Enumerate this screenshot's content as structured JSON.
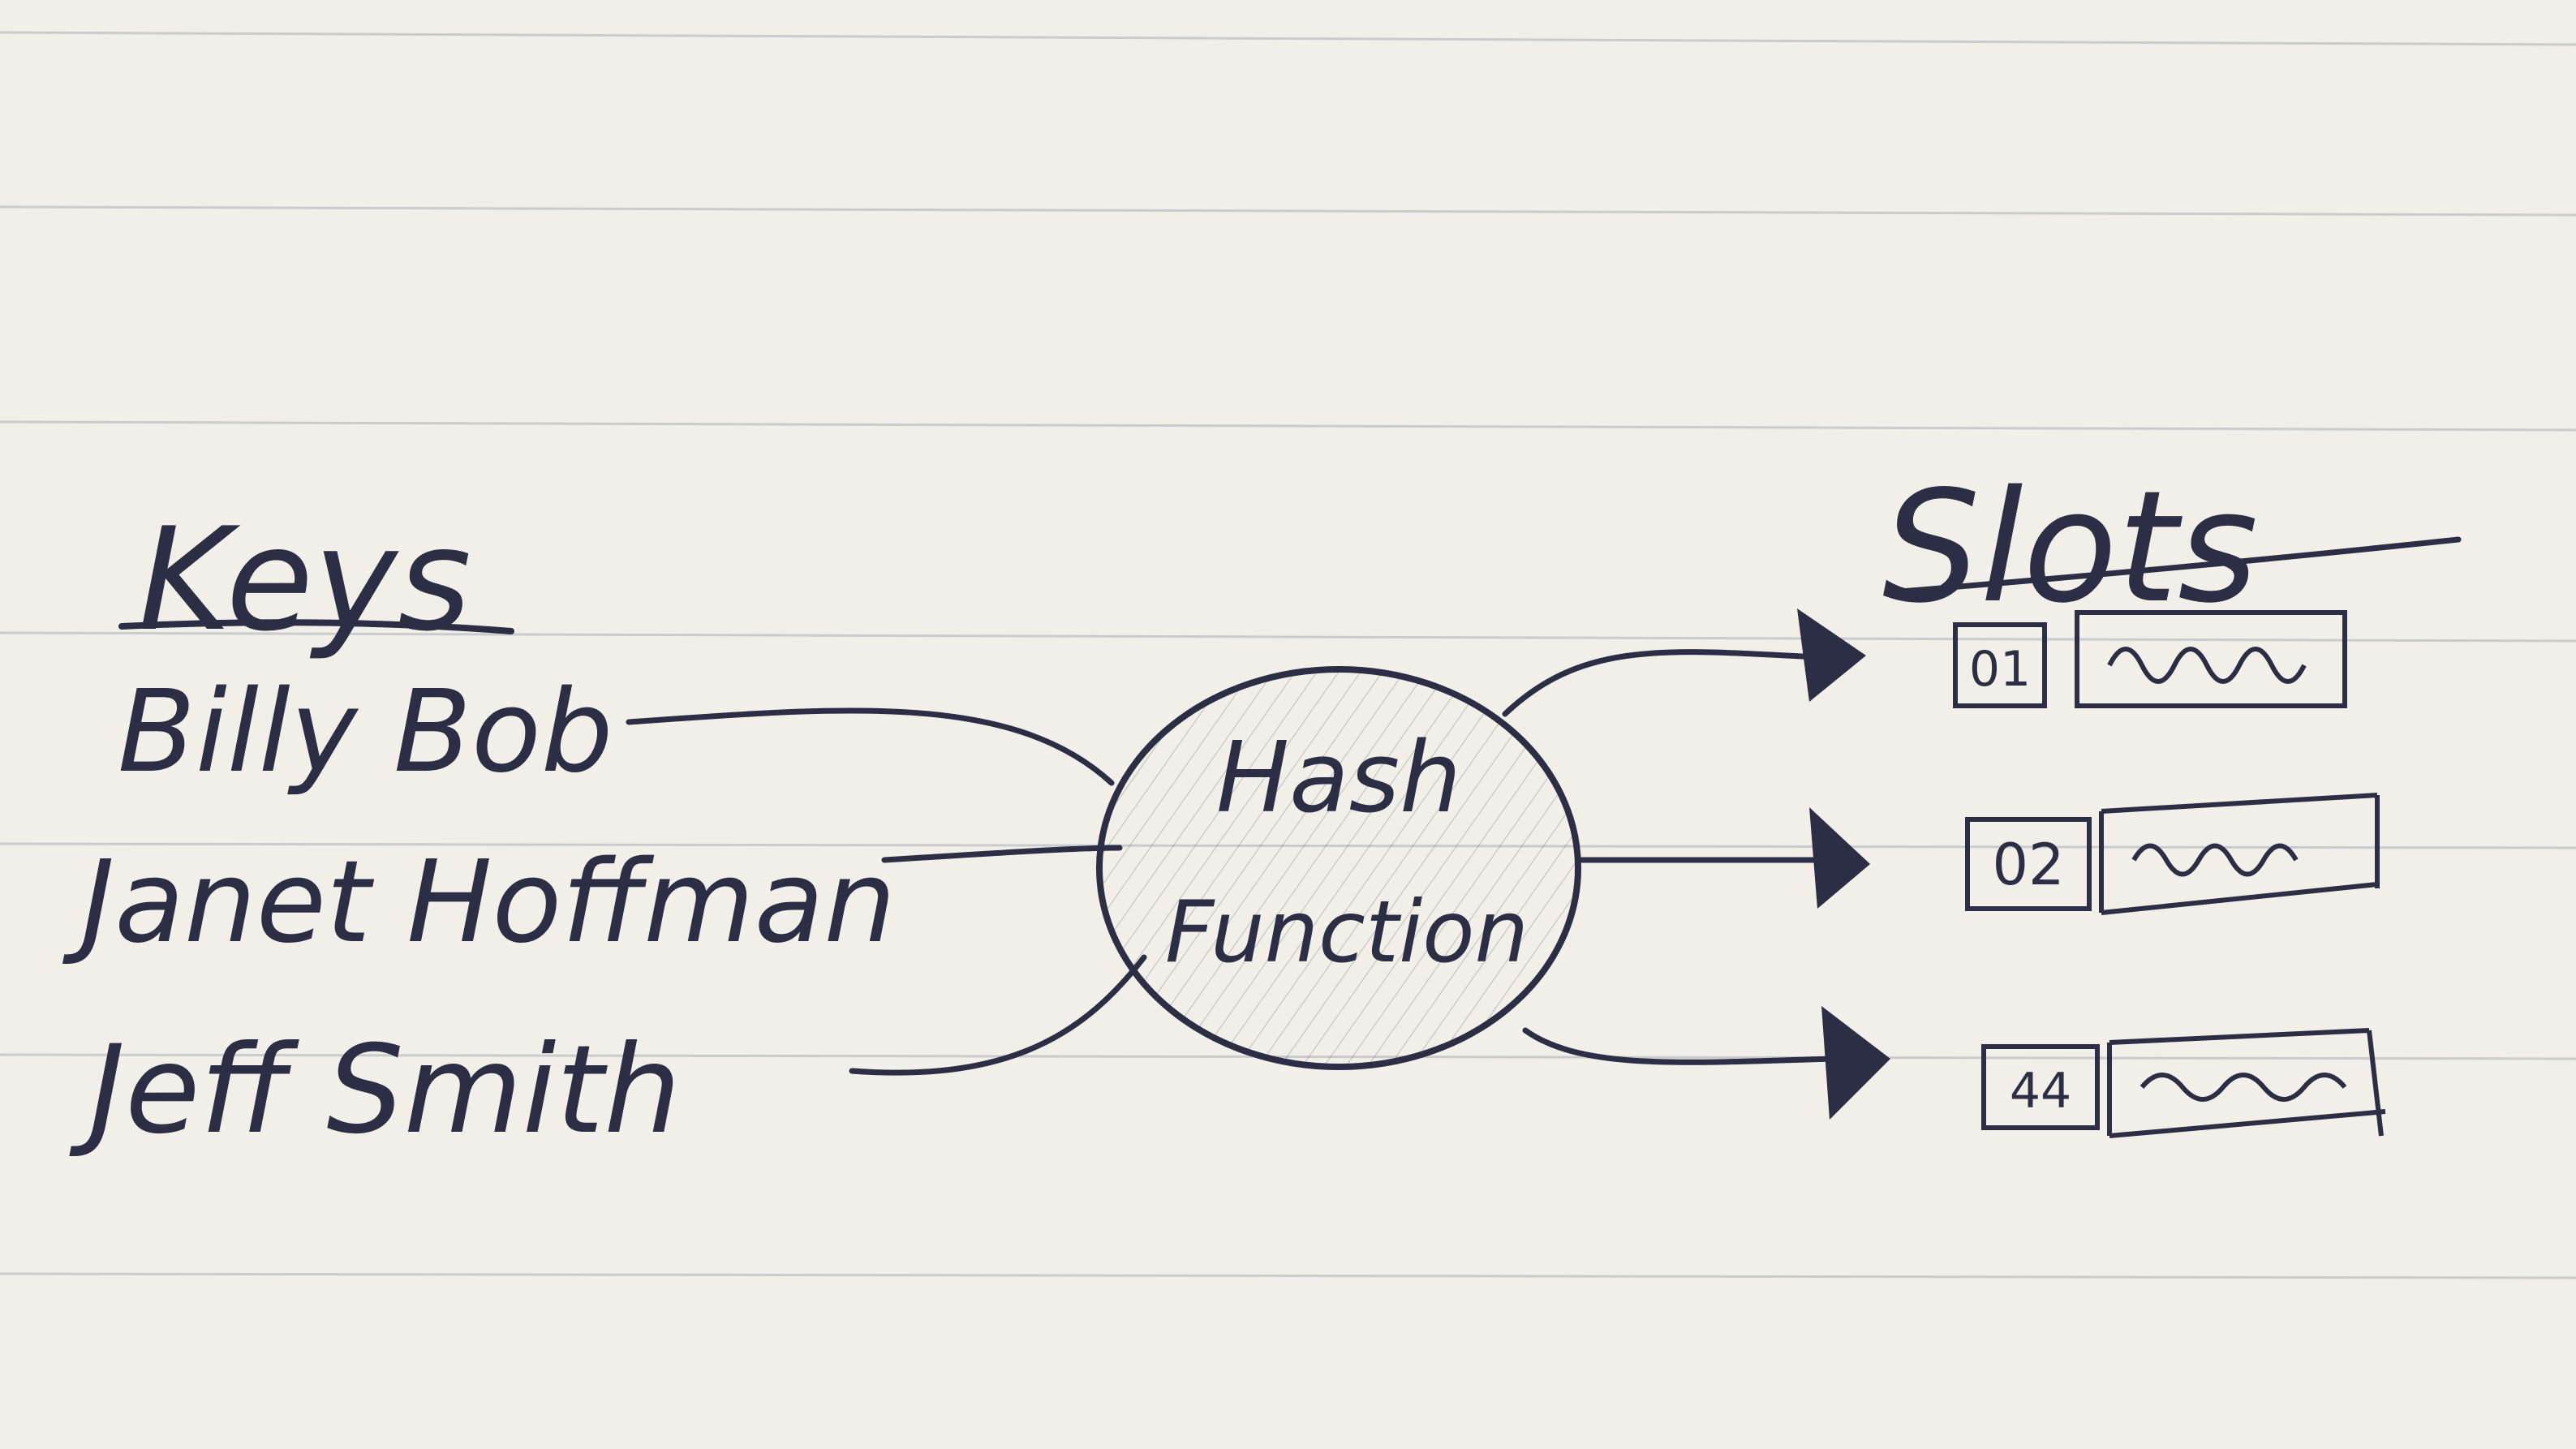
{
  "diagram": {
    "keys_heading": "Keys",
    "keys": [
      "Billy Bob",
      "Janet Hoffman",
      "Jeff Smith"
    ],
    "hash_function": {
      "line1": "Hash",
      "line2": "Function"
    },
    "slots_heading": "Slots",
    "slots": [
      {
        "index": "01"
      },
      {
        "index": "02"
      },
      {
        "index": "44"
      }
    ]
  },
  "colors": {
    "paper": "#f1efe8",
    "ruled_line": "#b9bcc4",
    "ink": "#2b2e44"
  }
}
